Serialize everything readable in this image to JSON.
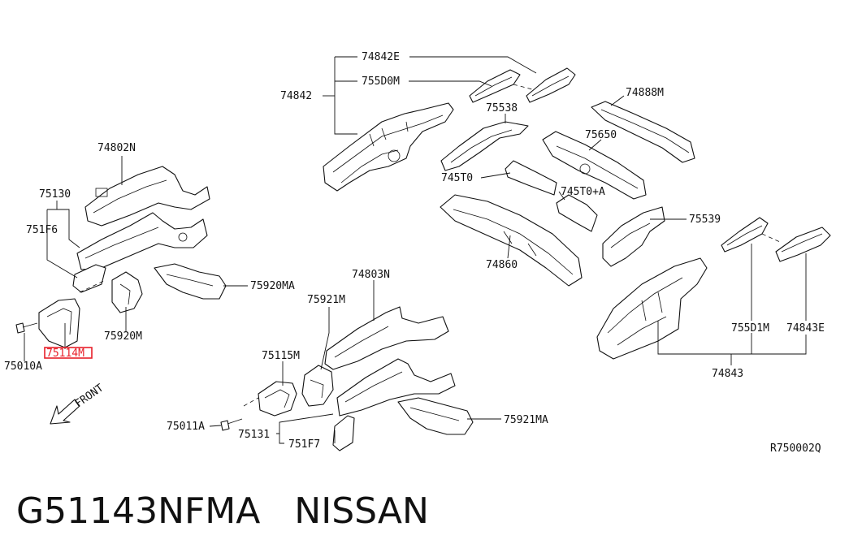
{
  "labels": {
    "p74842E": "74842E",
    "p755D0M": "755D0M",
    "p74842": "74842",
    "p74888M": "74888M",
    "p75538": "75538",
    "p75650": "75650",
    "p745T0": "745T0",
    "p745T0A": "745T0+A",
    "p75539": "75539",
    "p74860": "74860",
    "p74802N": "74802N",
    "p75130": "75130",
    "p751F6": "751F6",
    "p75920MA": "75920MA",
    "p75920M": "75920M",
    "p75114M": "75114M",
    "p75010A": "75010A",
    "p74803N": "74803N",
    "p75921M": "75921M",
    "p75115M": "75115M",
    "p75011A": "75011A",
    "p75131": "75131",
    "p751F7": "751F7",
    "p75921MA": "75921MA",
    "p755D1M": "755D1M",
    "p74843E": "74843E",
    "p74843": "74843",
    "front": "FRONT",
    "ref": "R750002Q"
  },
  "highlight_color": "#e8202a",
  "caption": "G51143NFMA   NISSAN"
}
